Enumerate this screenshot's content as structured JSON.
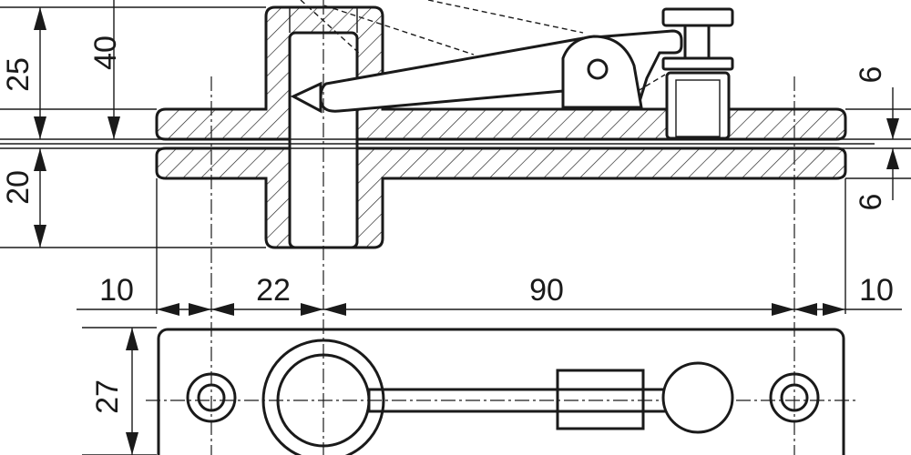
{
  "dimensions": {
    "d40": "40",
    "d25": "25",
    "d20": "20",
    "d6_top": "6",
    "d6_bottom": "6",
    "d10_left": "10",
    "d22": "22",
    "d90": "90",
    "d10_right": "10",
    "d27": "27"
  },
  "colors": {
    "line": "#1a1a1a",
    "paper": "#ffffff"
  }
}
